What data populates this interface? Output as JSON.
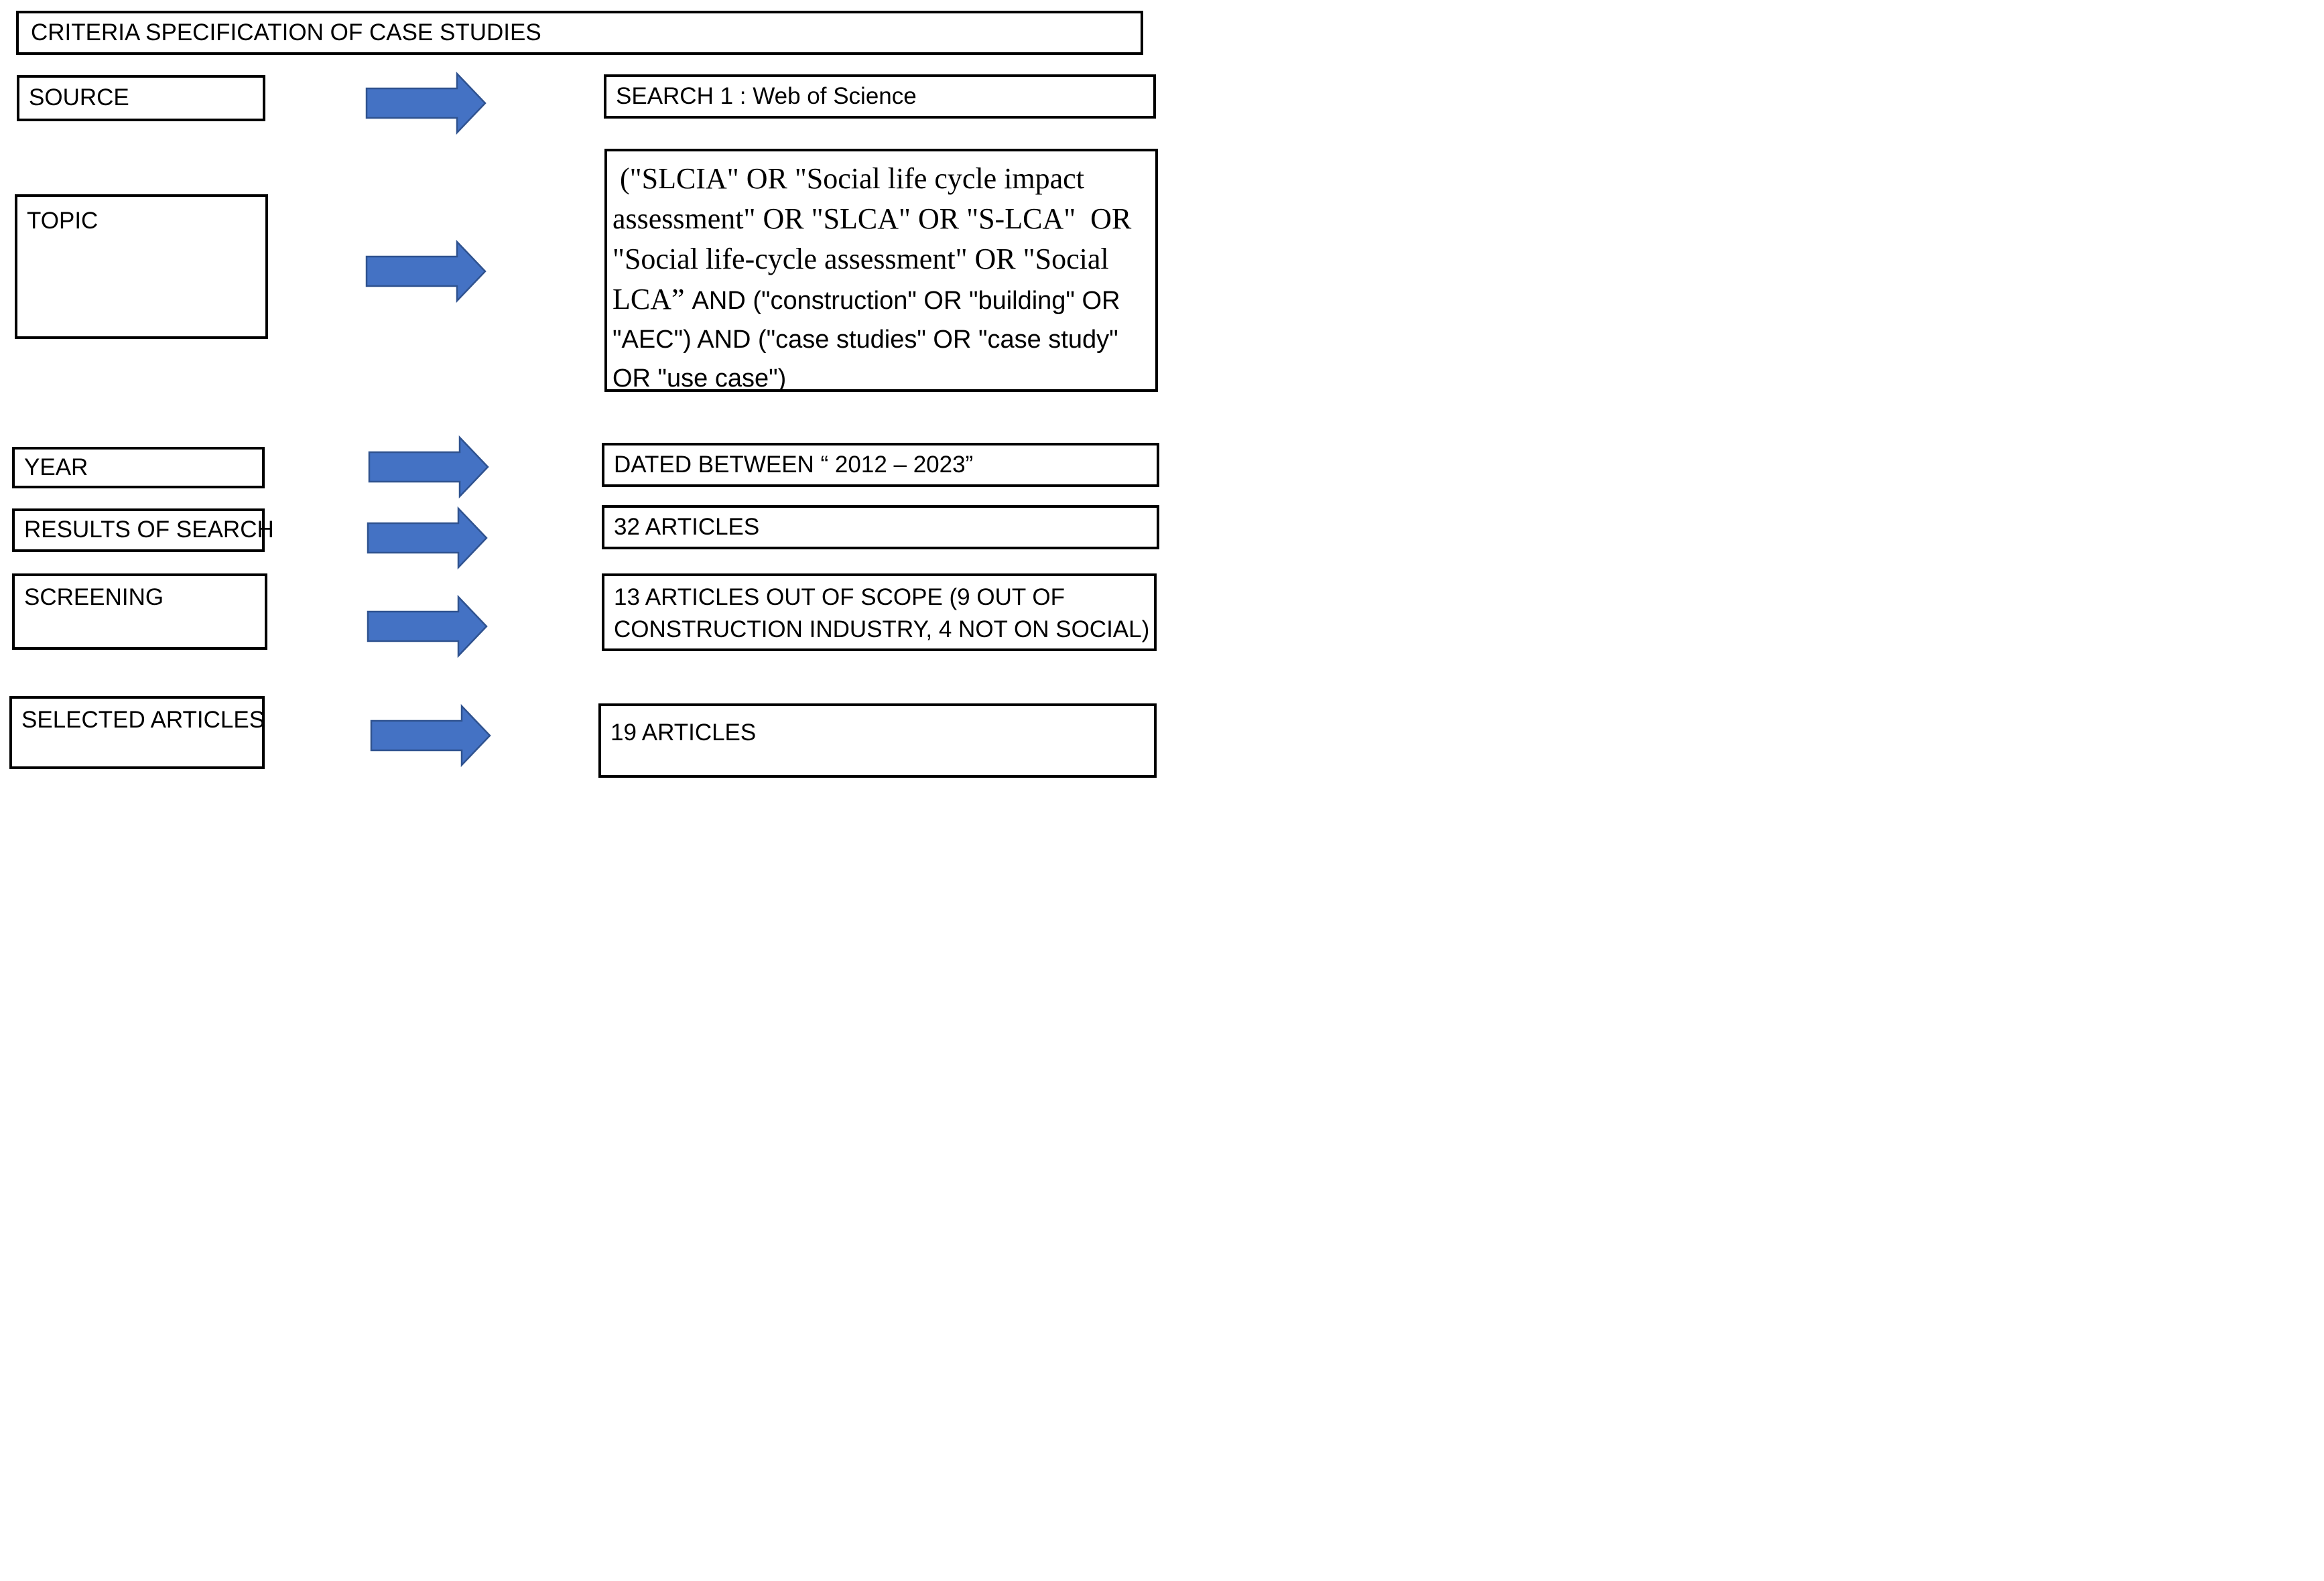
{
  "title": "CRITERIA SPECIFICATION OF CASE STUDIES",
  "colors": {
    "arrow_fill": "#4472C4",
    "arrow_stroke": "#2F528F",
    "box_border": "#000000",
    "background": "#ffffff"
  },
  "rows": {
    "source": {
      "label": "SOURCE",
      "value": "SEARCH 1 : Web of Science"
    },
    "topic": {
      "label": "TOPIC",
      "query_serif": " (\"SLCIA\" OR \"Social life cycle impact assessment\" OR \"SLCA\" OR \"S-LCA\"  OR \"Social life-cycle assessment\" OR \"Social LCA” ",
      "query_sans": "AND (\"construction\" OR \"building\" OR \"AEC\") AND (\"case studies\" OR \"case study\" OR \"use case\")"
    },
    "year": {
      "label": "YEAR",
      "value": "DATED BETWEEN “ 2012 – 2023”"
    },
    "results": {
      "label": "RESULTS OF SEARCH",
      "value": "32 ARTICLES"
    },
    "screening": {
      "label": "SCREENING",
      "value": "13 ARTICLES OUT OF SCOPE (9 OUT OF CONSTRUCTION INDUSTRY, 4 NOT ON SOCIAL)"
    },
    "selected": {
      "label": "SELECTED ARTICLES",
      "value": "19 ARTICLES"
    }
  }
}
